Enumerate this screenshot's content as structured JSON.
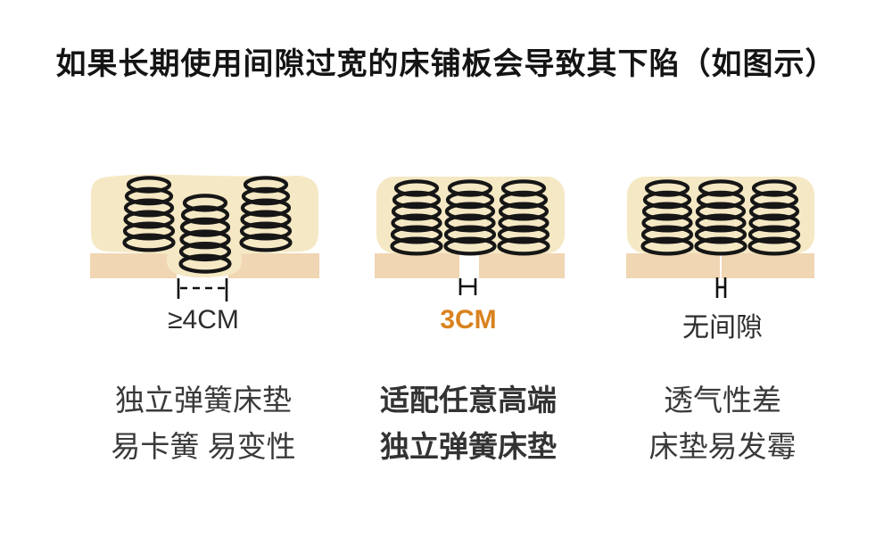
{
  "title": "如果长期使用间隙过宽的床铺板会导致其下陷（如图示）",
  "colors": {
    "background": "#ffffff",
    "title_text": "#141414",
    "body_text": "#3a3a3a",
    "accent_orange": "#d9821e",
    "mattress": "#f5e8c4",
    "slat": "#f0d6b3",
    "spring": "#161616",
    "mark": "#111111"
  },
  "panels": [
    {
      "id": "wide-gap",
      "gap_label": "≥4CM",
      "desc_line1": "独立弹簧床垫",
      "desc_line2": "易卡簧 易变性",
      "emphasized": false
    },
    {
      "id": "three-cm-gap",
      "gap_label": "3CM",
      "desc_line1": "适配任意高端",
      "desc_line2": "独立弹簧床垫",
      "emphasized": true
    },
    {
      "id": "no-gap",
      "gap_label": "无间隙",
      "desc_line1": "透气性差",
      "desc_line2": "床垫易发霉",
      "emphasized": false
    }
  ]
}
